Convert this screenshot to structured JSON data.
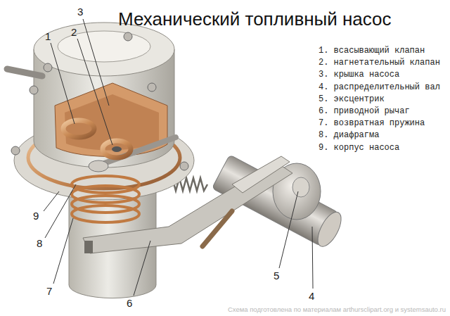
{
  "diagram": {
    "title": "Механический топливный насос",
    "labels": [
      "3",
      "1",
      "2",
      "9",
      "8",
      "7",
      "6",
      "5",
      "4",
      "1. всасывающий клапан",
      "2. нагнетательный клапан",
      "3. крышка насоса",
      "4. распределительный вал",
      "5. эксцентрик",
      "6. приводной рычаг",
      "7. возвратная пружина",
      "8. диафрагма",
      "9. корпус насоса",
      "Схема подготовлена по материалам arthursclipart.org и systemsauto.ru"
    ]
  }
}
